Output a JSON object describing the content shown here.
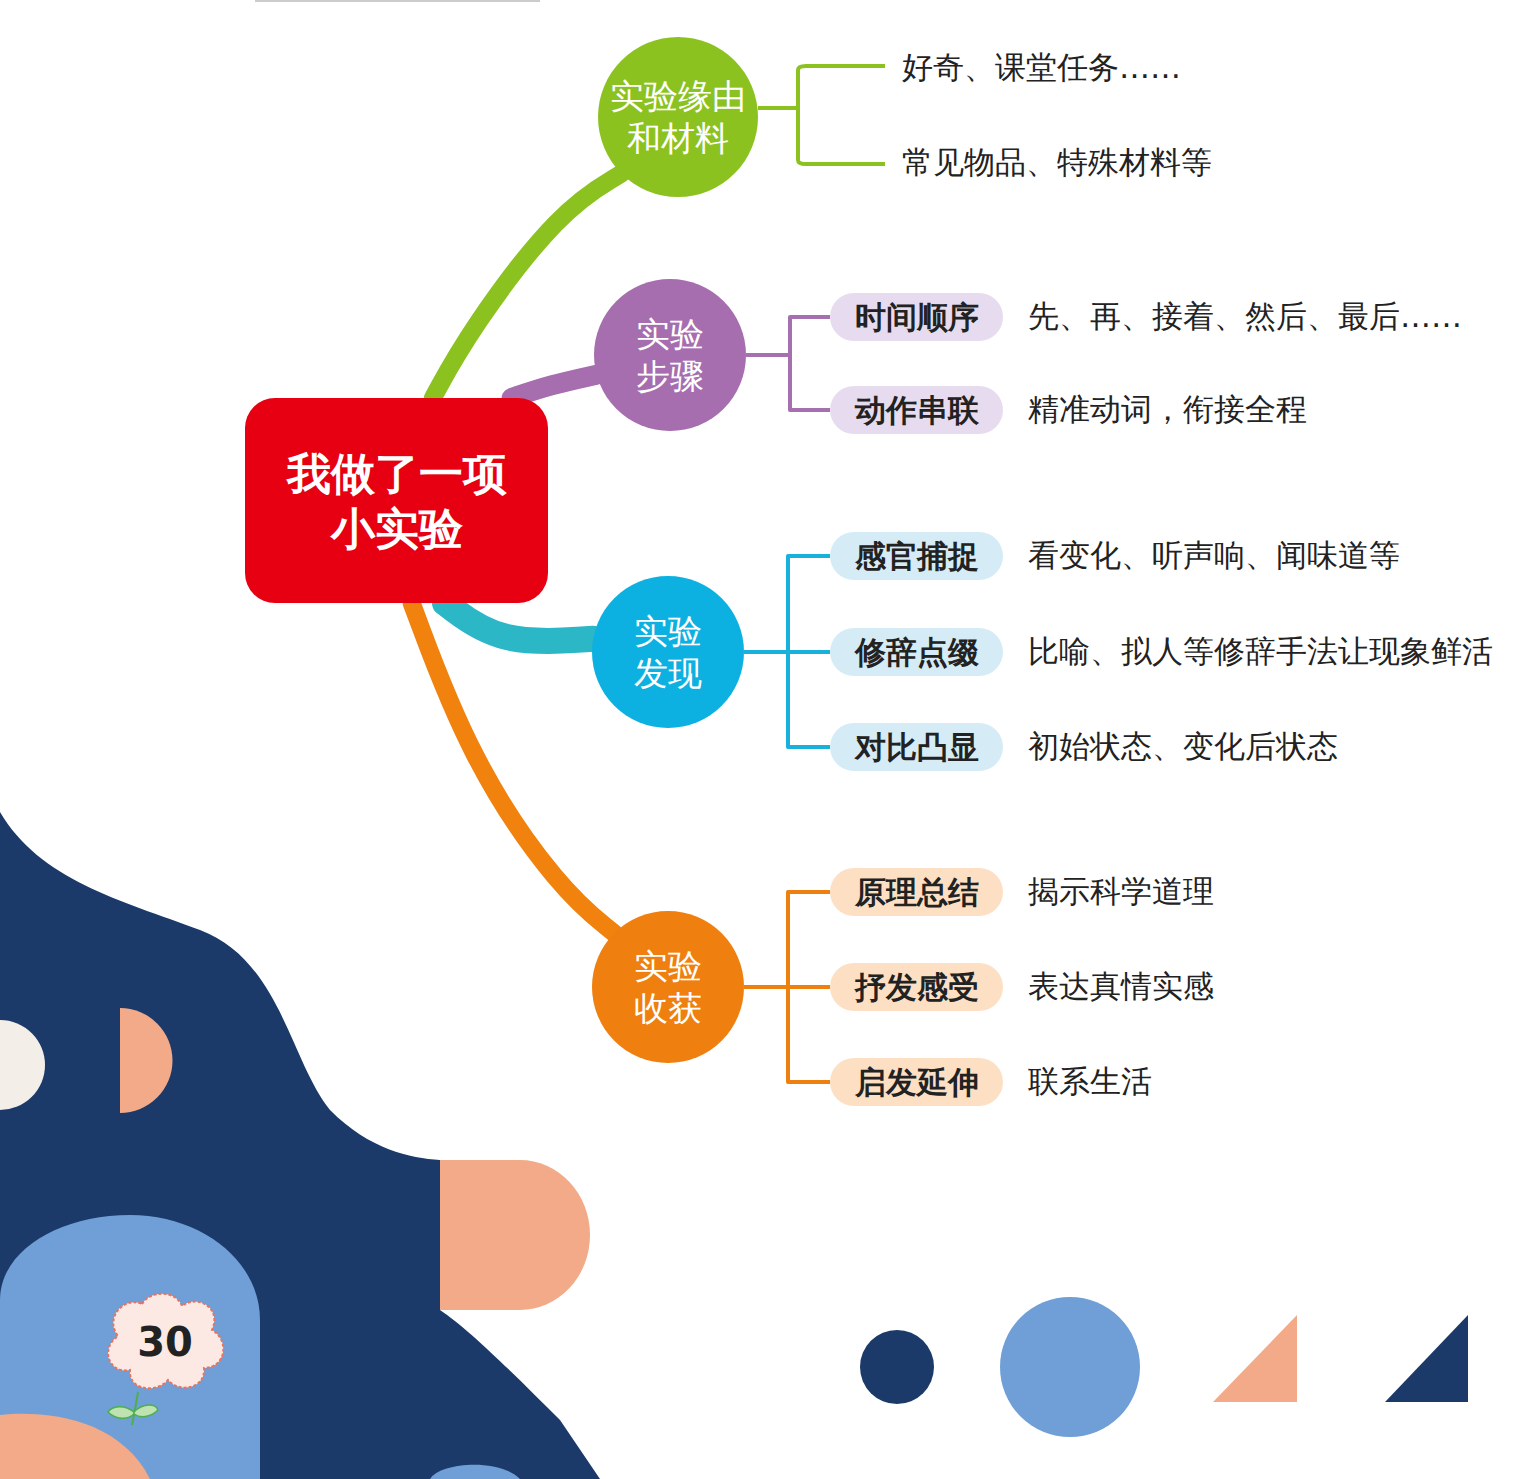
{
  "diagram": {
    "nodes": [
      {
        "text": [
          "我做了一项 小实验"
        ]
      },
      {
        "text": [
          "实验缘由和材料"
        ]
      },
      {
        "text": [
          "实验步骤"
        ]
      },
      {
        "text": [
          "时间顺序"
        ]
      },
      {
        "text": [
          "动作串联"
        ]
      },
      {
        "text": [
          "实验发现"
        ]
      },
      {
        "text": [
          "感官捕捉"
        ]
      },
      {
        "text": [
          "修辞点缀"
        ]
      },
      {
        "text": [
          "对比凸显"
        ]
      },
      {
        "text": [
          "实验收获"
        ]
      },
      {
        "text": [
          "原理总结"
        ]
      },
      {
        "text": [
          "抒发感受"
        ]
      },
      {
        "text": [
          "启发延伸"
        ]
      },
      {
        "text": [
          "30"
        ]
      }
    ],
    "edges": [
      {
        "from": 0,
        "to": 1,
        "arrow": "none"
      },
      {
        "from": 0,
        "to": 2,
        "arrow": "none"
      },
      {
        "from": 0,
        "to": 5,
        "arrow": "none"
      },
      {
        "from": 0,
        "to": 9,
        "arrow": "none"
      },
      {
        "from": 2,
        "to": 3,
        "arrow": "none"
      },
      {
        "from": 2,
        "to": 4,
        "arrow": "none"
      },
      {
        "from": 5,
        "to": 6,
        "arrow": "none"
      },
      {
        "from": 5,
        "to": 7,
        "arrow": "none"
      },
      {
        "from": 5,
        "to": 8,
        "arrow": "none"
      },
      {
        "from": 9,
        "to": 10,
        "arrow": "none"
      },
      {
        "from": 9,
        "to": 11,
        "arrow": "none"
      },
      {
        "from": 9,
        "to": 12,
        "arrow": "none"
      }
    ],
    "labels": [
      "好奇、课堂任务……",
      "常见物品、特殊材料等",
      "先、再、接着、然后、最后……",
      "精准动词，衔接全程",
      "看变化、听声响、闻味道等",
      "比喻、拟人等修辞手法让现象鲜活",
      "初始状态、变化后状态",
      "揭示科学道理",
      "表达真情实感",
      "联系生活"
    ]
  }
}
